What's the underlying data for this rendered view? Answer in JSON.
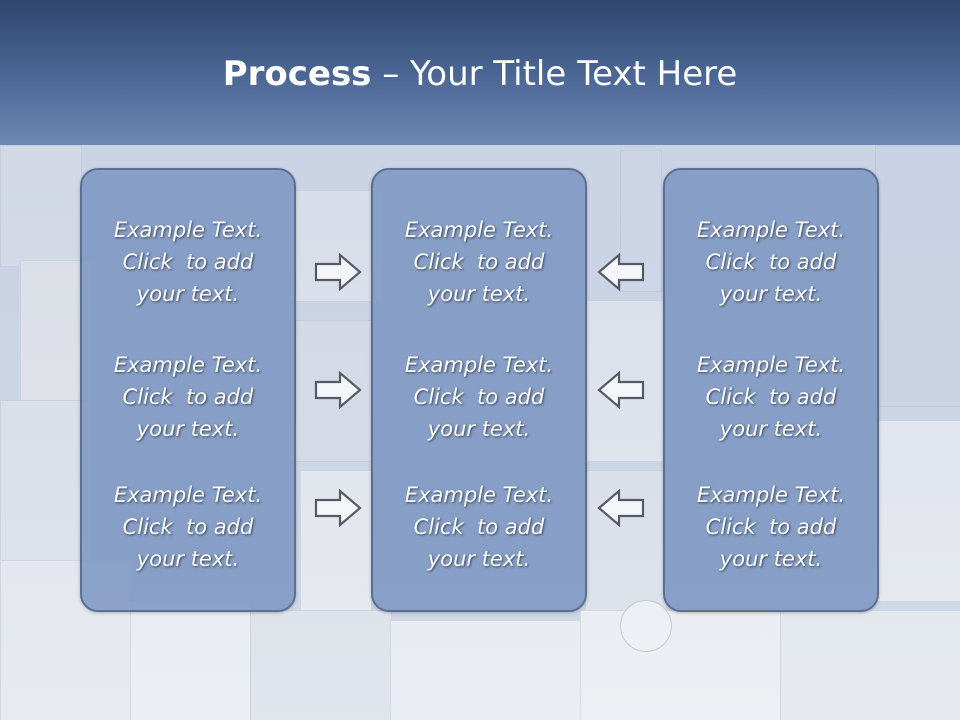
{
  "slide": {
    "title_bold": "Process",
    "title_rest": " – Your Title Text Here"
  },
  "panels": [
    {
      "items": [
        {
          "line1": "Example Text.",
          "line2": "Click  to add",
          "line3": "your text."
        },
        {
          "line1": "Example Text.",
          "line2": "Click  to add",
          "line3": "your text."
        },
        {
          "line1": "Example Text.",
          "line2": "Click  to add",
          "line3": "your text."
        }
      ]
    },
    {
      "items": [
        {
          "line1": "Example Text.",
          "line2": "Click  to add",
          "line3": "your text."
        },
        {
          "line1": "Example Text.",
          "line2": "Click  to add",
          "line3": "your text."
        },
        {
          "line1": "Example Text.",
          "line2": "Click  to add",
          "line3": "your text."
        }
      ]
    },
    {
      "items": [
        {
          "line1": "Example Text.",
          "line2": "Click  to add",
          "line3": "your text."
        },
        {
          "line1": "Example Text.",
          "line2": "Click  to add",
          "line3": "your text."
        },
        {
          "line1": "Example Text.",
          "line2": "Click  to add",
          "line3": "your text."
        }
      ]
    }
  ],
  "arrows": {
    "left_group": [
      "right-arrow-icon",
      "right-arrow-icon",
      "right-arrow-icon"
    ],
    "right_group": [
      "left-arrow-icon",
      "left-arrow-icon",
      "left-arrow-icon"
    ]
  },
  "colors": {
    "title_bar": "#4d6896",
    "panel_fill": "#7892c0",
    "panel_border": "#5b6f93",
    "text": "#ffffff"
  }
}
